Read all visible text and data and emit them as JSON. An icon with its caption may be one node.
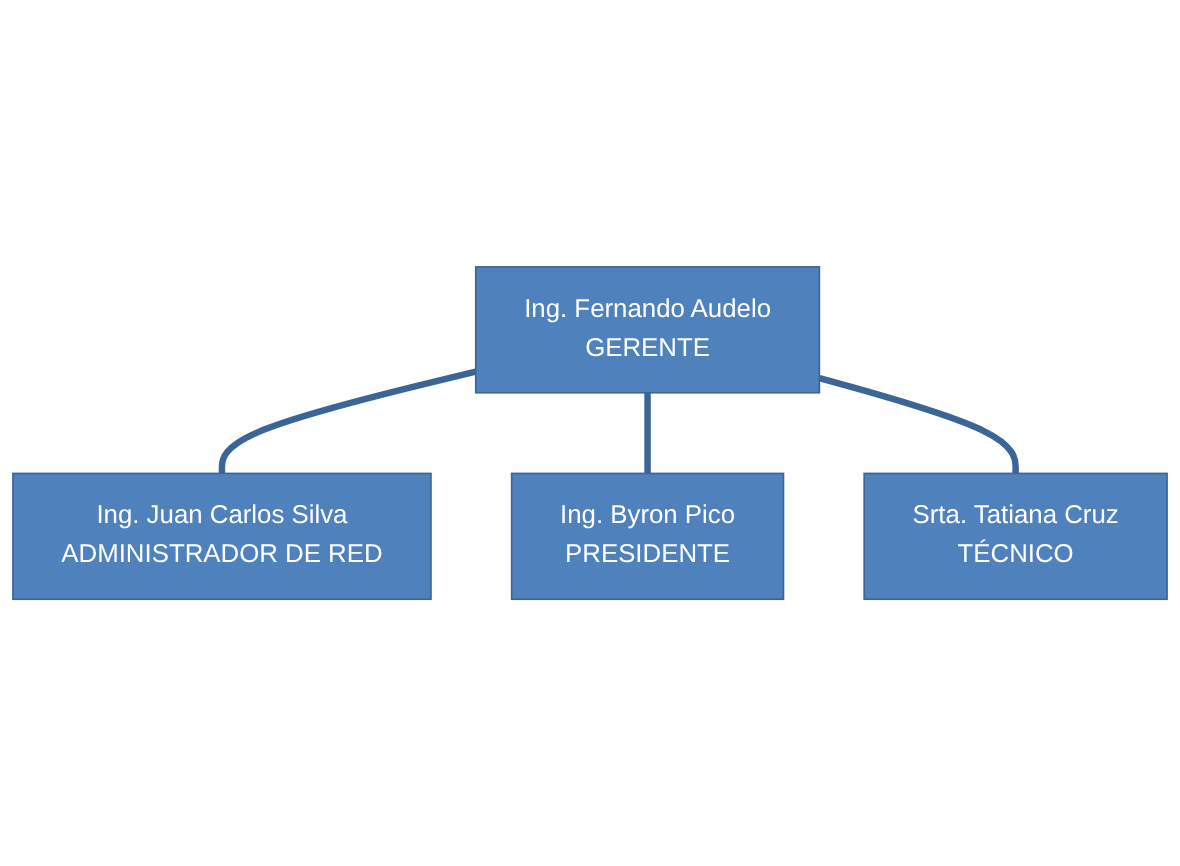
{
  "diagram": {
    "nodes": [
      {
        "text": [
          "Ing. Fernando Audelo",
          "GERENTE"
        ]
      },
      {
        "text": [
          "Ing. Juan Carlos Silva",
          "ADMINISTRADOR DE RED"
        ]
      },
      {
        "text": [
          "Ing. Byron Pico",
          "PRESIDENTE"
        ]
      },
      {
        "text": [
          "Srta. Tatiana Cruz",
          "TÉCNICO"
        ]
      }
    ],
    "edges": [
      {
        "from": 0,
        "to": 1,
        "arrow": "none"
      },
      {
        "from": 0,
        "to": 2,
        "arrow": "none"
      },
      {
        "from": 0,
        "to": 3,
        "arrow": "none"
      }
    ]
  }
}
